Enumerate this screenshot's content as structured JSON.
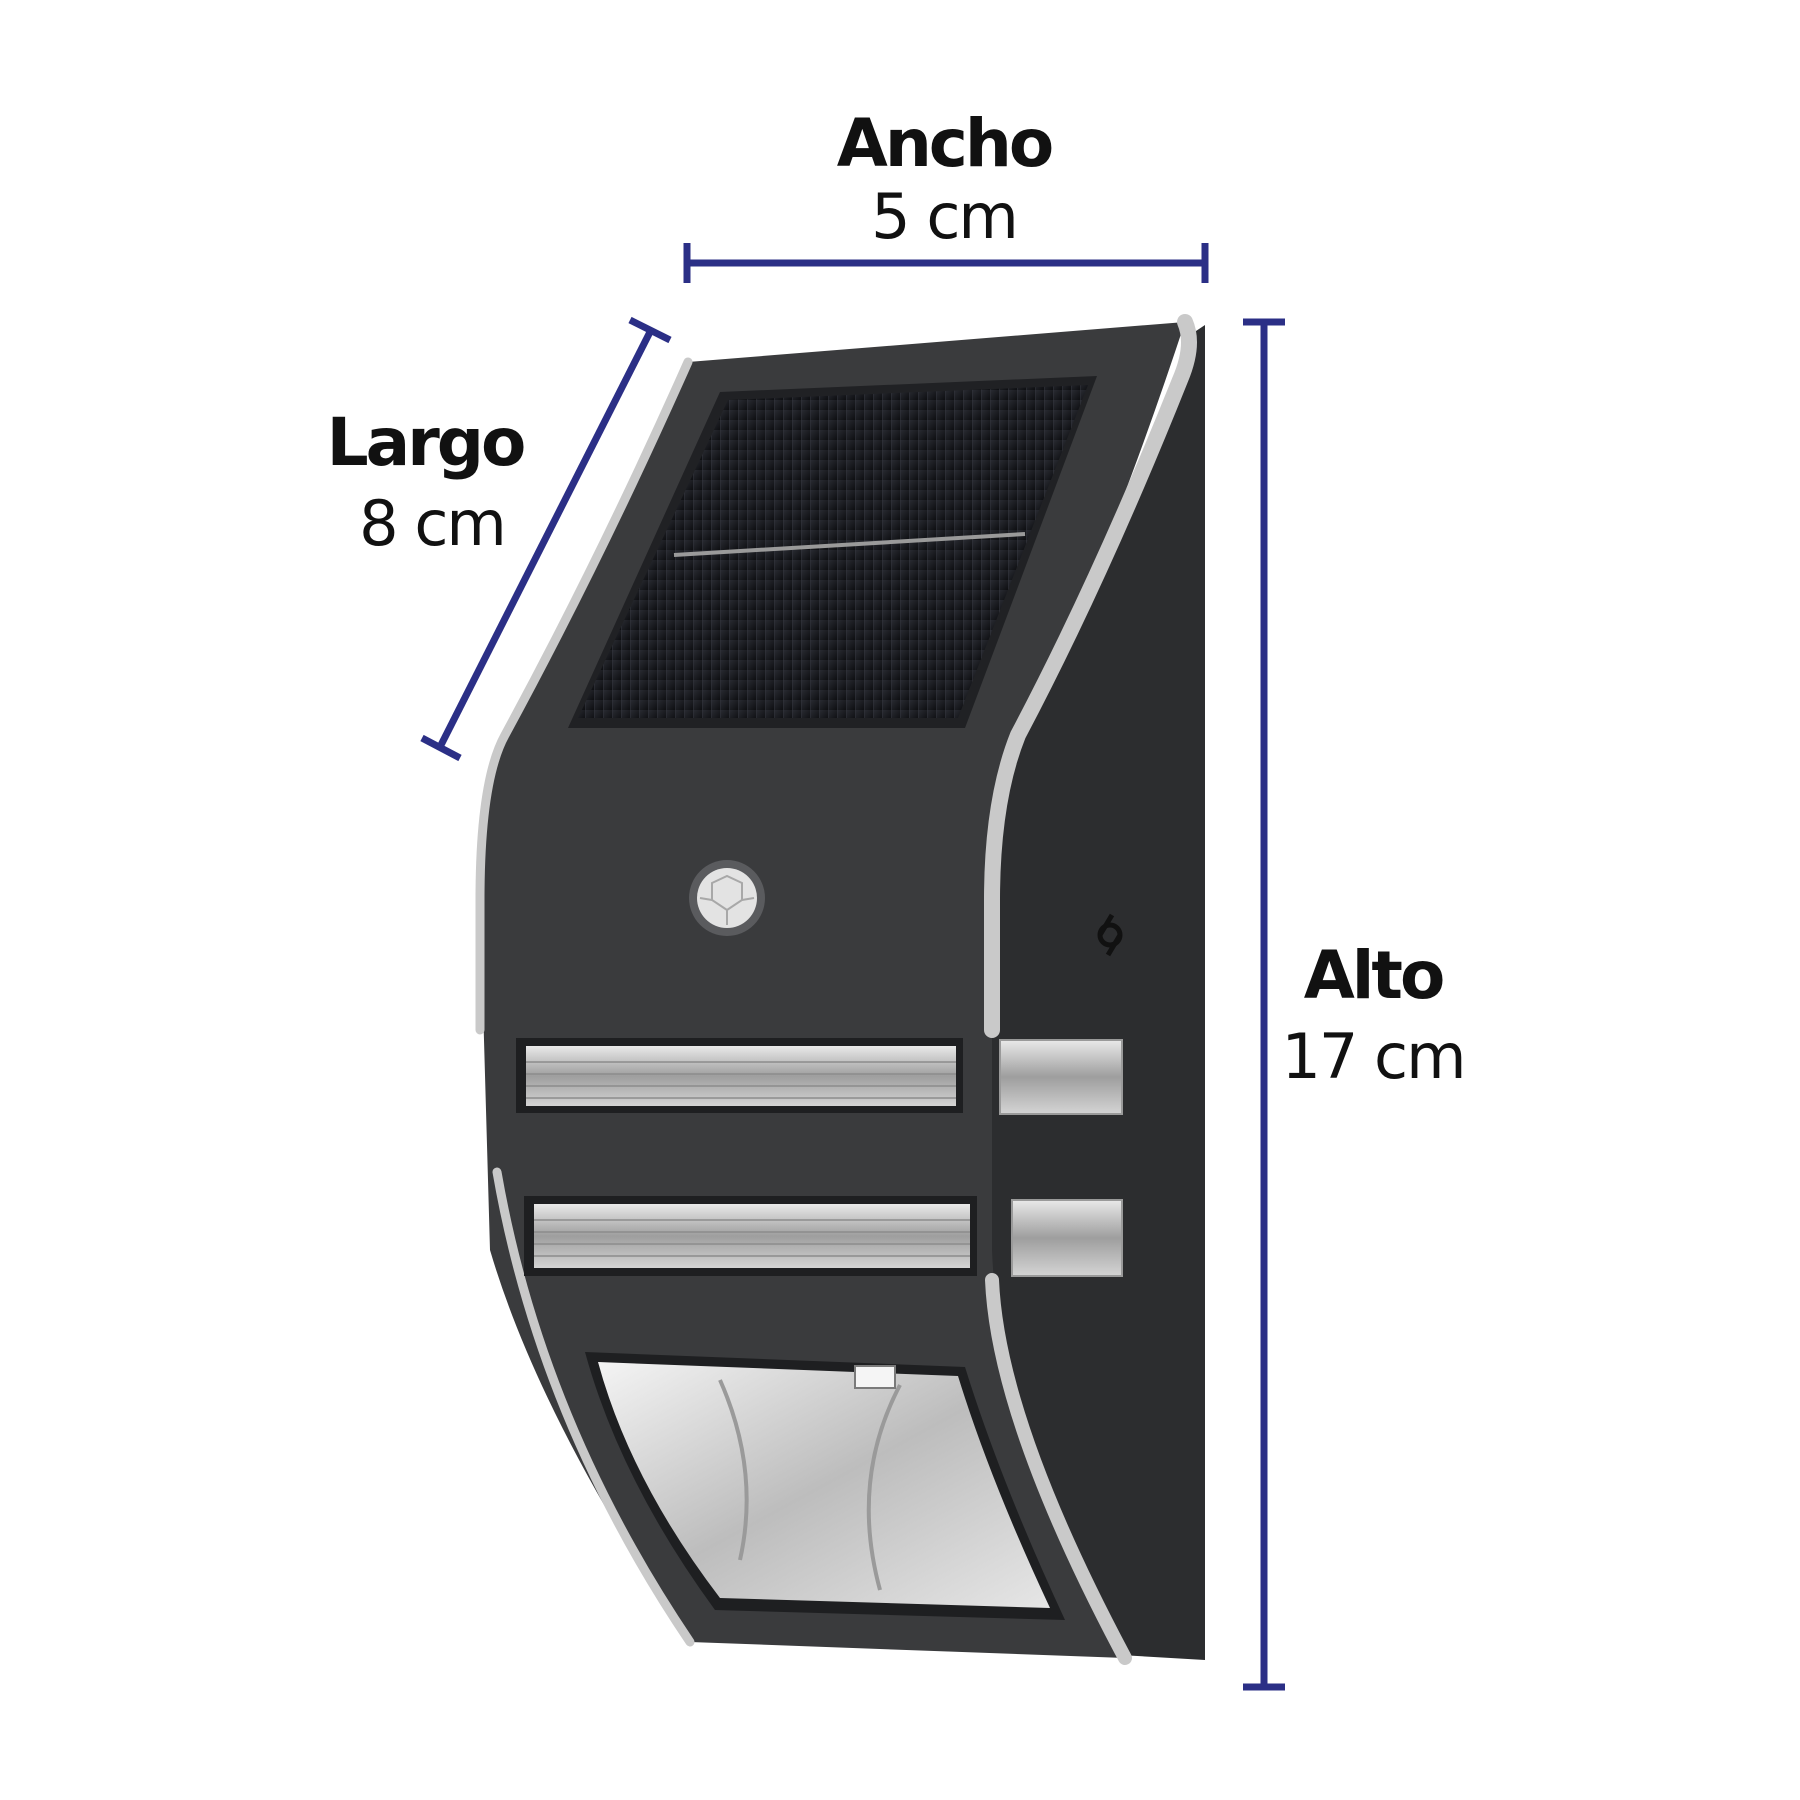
{
  "colors": {
    "dimension_line": "#2b2f86",
    "housing": "#3a3b3d",
    "housing_dark": "#242527",
    "housing_side": "#2c2d2f",
    "trim": "#c9c9c9",
    "solar_panel": "#141519",
    "lens": "#d8d8d8",
    "led_window": "#cfcfcf"
  },
  "dimensions": {
    "width": {
      "title": "Ancho",
      "value": "5 cm"
    },
    "length": {
      "title": "Largo",
      "value": "8 cm"
    },
    "height": {
      "title": "Alto",
      "value": "17 cm"
    }
  },
  "icons": [
    "solar-panel-icon",
    "motion-sensor-icon",
    "brand-logo-icon",
    "led-lens-icon"
  ]
}
